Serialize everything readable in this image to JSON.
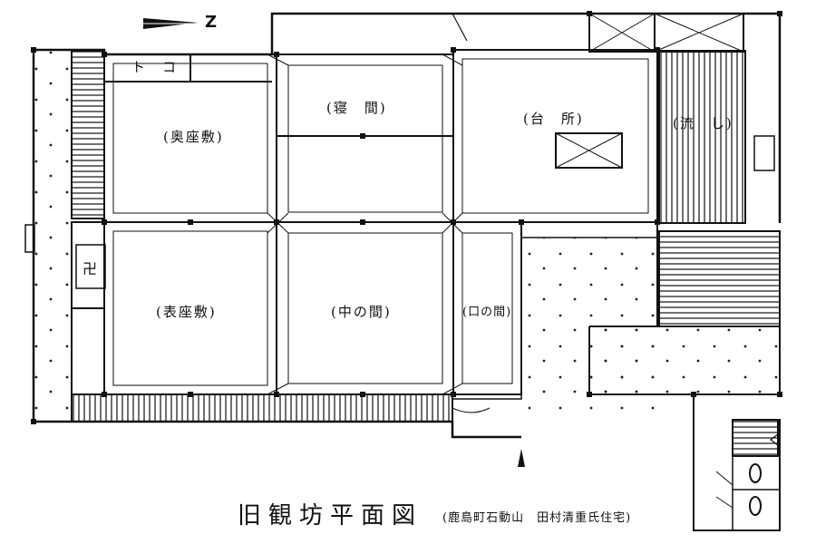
{
  "title": "旧観坊平面図",
  "subtitle": "(鹿島町石動山　田村清重氏住宅)",
  "compass": "Z",
  "rooms": {
    "toko": "ト　コ",
    "oku_zashiki": "(奥座敷)",
    "shinma": "(寝　間)",
    "daidokoro": "(台　所)",
    "nagashi": "(流　し)",
    "omote_zashiki": "(表座敷)",
    "naka_no_ma": "(中の間)",
    "kuchi_no_ma": "(口の間)",
    "butsudan_symbol": "卍"
  },
  "icons": [
    "north-arrow-icon",
    "entrance-arrow-icon",
    "manji-icon"
  ]
}
